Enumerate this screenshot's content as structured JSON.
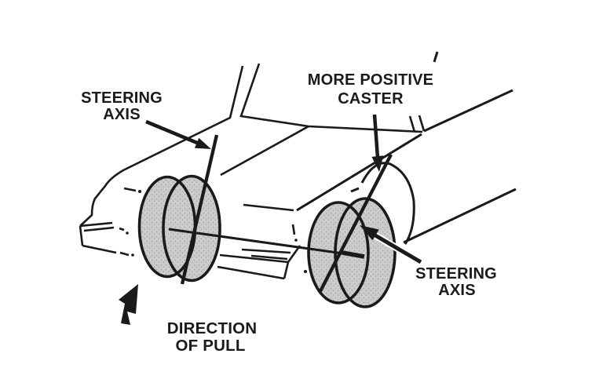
{
  "labels": {
    "steering_axis_left": {
      "line1": "STEERING",
      "line2": "AXIS"
    },
    "more_positive_caster": {
      "line1": "MORE POSITIVE",
      "line2": "CASTER"
    },
    "steering_axis_right": {
      "line1": "STEERING",
      "line2": "AXIS"
    },
    "direction_of_pull": {
      "line1": "DIRECTION",
      "line2": "OF PULL"
    }
  },
  "colors": {
    "ink": "#1a1a1a",
    "tire_fill": "#cccccc",
    "tire_stipple": "#a6a6a6",
    "background": "#ffffff"
  }
}
